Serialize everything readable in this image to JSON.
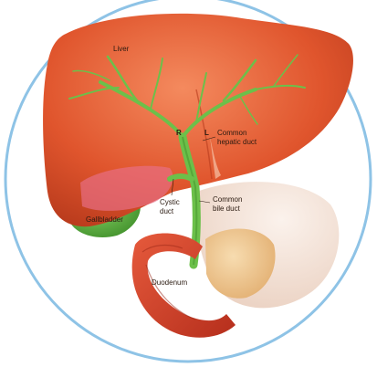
{
  "labels": {
    "liver": "Liver",
    "right_marker": "R",
    "left_marker": "L",
    "common_hepatic_line1": "Common",
    "common_hepatic_line2": "hepatic duct",
    "common_bile_line1": "Common",
    "common_bile_line2": "bile duct",
    "cystic_line1": "Cystic",
    "cystic_line2": "duct",
    "gallbladder": "Gallbladder",
    "duodenum": "Duodenum"
  },
  "colors": {
    "ring": "#8ec3e6",
    "liver": "#e0552d",
    "liver_dark": "#b83a1c",
    "liver_light": "#f07a4e",
    "duct": "#6cc04a",
    "duct_dark": "#3f8f2a",
    "gallbladder": "#63b543",
    "pancreas": "#f0c892",
    "duodenum": "#d8402a",
    "stomach": "#f6e6dc"
  }
}
